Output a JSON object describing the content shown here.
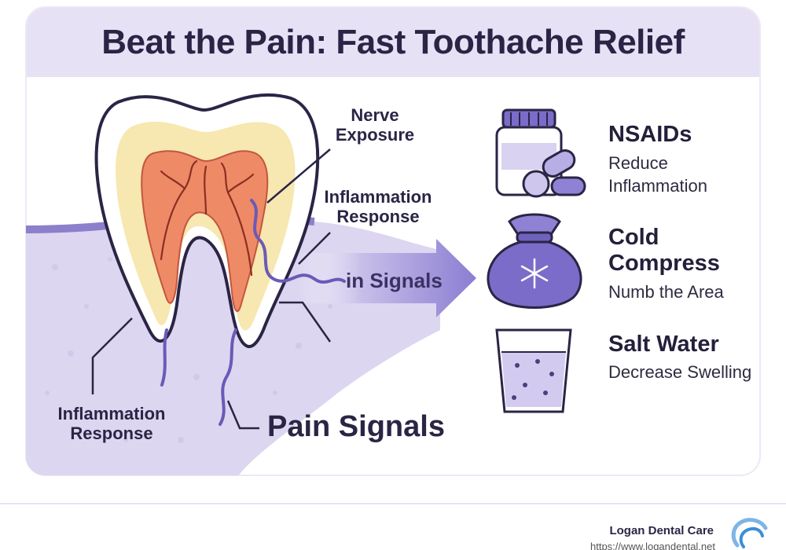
{
  "title": "Beat the Pain: Fast Toothache Relief",
  "diagram": {
    "label_nerve": "Nerve Exposure",
    "label_inflammation_top": "Inflammation Response",
    "label_inflammation_bottom": "Inflammation Response",
    "label_pain_signals": "Pain Signals",
    "arrow_label": "in Signals"
  },
  "remedies": [
    {
      "title": "NSAIDs",
      "subtitle": "Reduce Inflammation",
      "icon": "pill-bottle-icon"
    },
    {
      "title": "Cold Compress",
      "subtitle": "Numb the Area",
      "icon": "ice-pack-icon"
    },
    {
      "title": "Salt Water",
      "subtitle": "Decrease Swelling",
      "icon": "water-glass-icon"
    }
  ],
  "footer": {
    "brand": "Logan Dental Care",
    "url": "https://www.logandental.net"
  },
  "colors": {
    "accent": "#7a6cc8",
    "title_bg": "#e7e1f6",
    "gum": "#ddd6f0",
    "pulp": "#ef8a66",
    "dentin": "#f7e7b0"
  }
}
